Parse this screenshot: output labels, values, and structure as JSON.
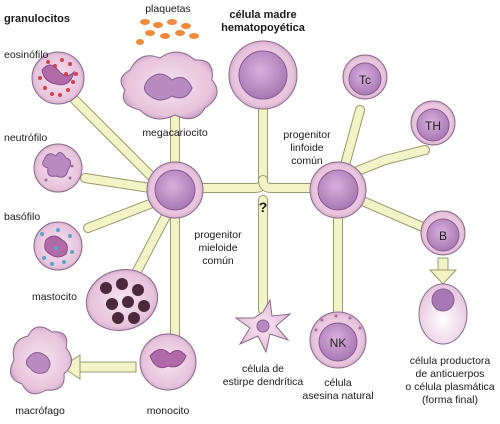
{
  "labels": {
    "granulocitos": "granulocitos",
    "eosinofilo": "eosinófilo",
    "neutrofilo": "neutrófilo",
    "basofilo": "basófilo",
    "mastocito": "mastocito",
    "macrofago": "macrófago",
    "monocito": "monocito",
    "megacariocito": "megacariocito",
    "plaquetas": "plaquetas",
    "celula_madre_l1": "célula madre",
    "celula_madre_l2": "hematopoyética",
    "progenitor_linfoide_l1": "progenitor",
    "progenitor_linfoide_l2": "linfoide",
    "progenitor_linfoide_l3": "común",
    "progenitor_mieloide_l1": "progenitor",
    "progenitor_mieloide_l2": "mieloide",
    "progenitor_mieloide_l3": "común",
    "question": "?",
    "dendritica_l1": "célula de",
    "dendritica_l2": "estirpe dendrítica",
    "nk_l1": "célula",
    "nk_l2": "asesina natural",
    "plasmatica_l1": "célula productora",
    "plasmatica_l2": "de anticuerpos",
    "plasmatica_l3": "o célula plasmática",
    "plasmatica_l4": "(forma final)",
    "tc": "Tc",
    "th": "TH",
    "b": "B",
    "nk": "NK"
  },
  "colors": {
    "cell_fill": "#e8c8e0",
    "nucleus": "#c99ad0",
    "tube": "#f3f3c8",
    "granule_red": "#d2414a",
    "granule_blue": "#5aa6c8",
    "platelet": "#f08a3c",
    "outline": "#7a5a7a"
  }
}
